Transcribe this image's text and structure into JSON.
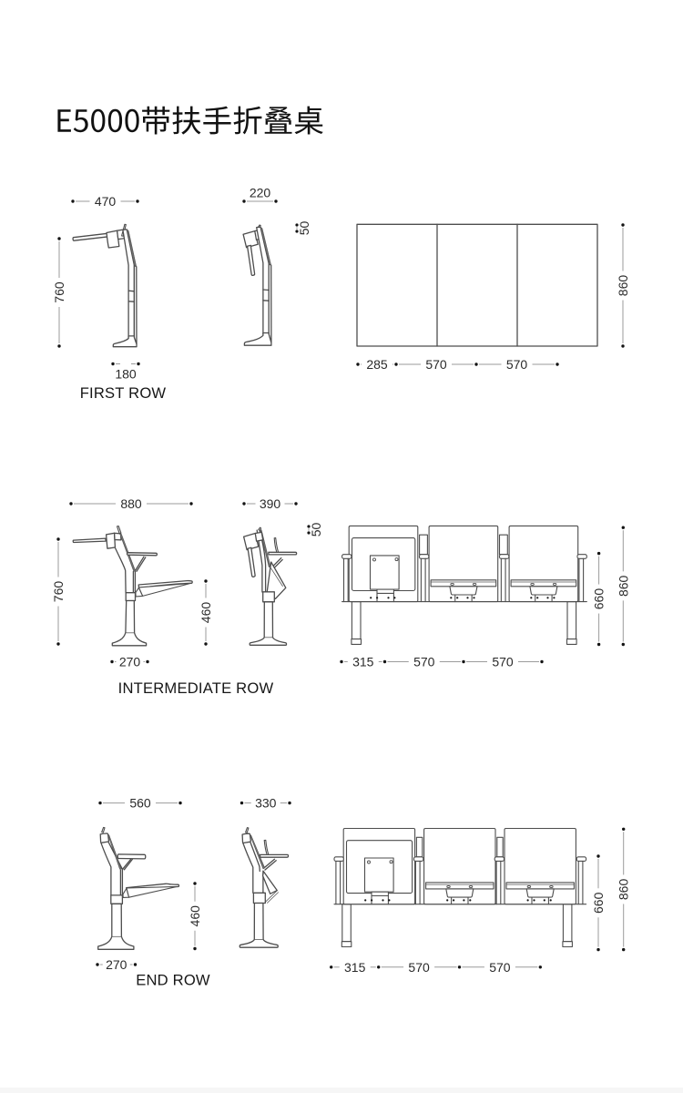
{
  "title": "E5000带扶手折叠桌",
  "rows": [
    {
      "name": "FIRST ROW",
      "dims": {
        "width_open": "470",
        "width_folded": "220",
        "height": "760",
        "base_depth": "180",
        "fold_offset": "50",
        "panel_height": "860",
        "spacing": [
          "285",
          "570",
          "570"
        ]
      }
    },
    {
      "name": "INTERMEDIATE ROW",
      "dims": {
        "width_open": "880",
        "width_folded": "390",
        "height": "760",
        "seat_height": "460",
        "base_depth": "270",
        "fold_offset": "50",
        "armrest_height": "660",
        "overall_height": "860",
        "spacing": [
          "315",
          "570",
          "570"
        ]
      }
    },
    {
      "name": "END ROW",
      "dims": {
        "width_open": "560",
        "width_folded": "330",
        "seat_height": "460",
        "base_depth": "270",
        "armrest_height": "660",
        "overall_height": "860",
        "spacing": [
          "315",
          "570",
          "570"
        ]
      }
    }
  ],
  "colors": {
    "line": "#4d4d4d",
    "dim_line": "#9b9b9b",
    "dot": "#141414",
    "dim_text": "#2a2a2a",
    "label_text": "#161616",
    "title_text": "#111111"
  }
}
